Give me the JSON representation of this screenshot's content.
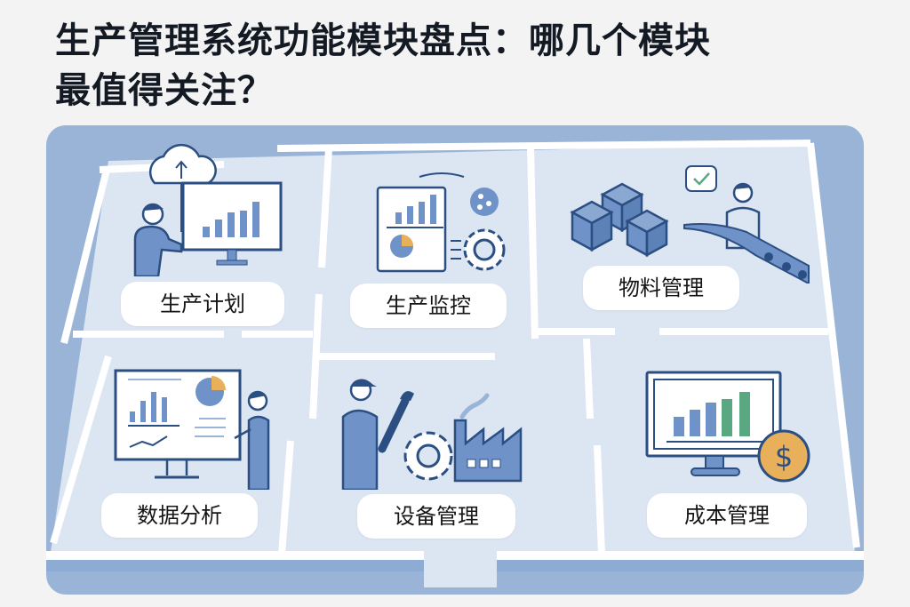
{
  "title": {
    "line1": "生产管理系统功能模块盘点：哪几个模块",
    "line2": "最值得关注？"
  },
  "colors": {
    "background": "#f3f3f3",
    "board_blue": "#9ab4d8",
    "room_fill": "#dce5f2",
    "wall": "#ffffff",
    "icon_blue": "#6f93c8",
    "icon_dark": "#2b4f82",
    "accent_orange": "#e8b05a",
    "accent_green": "#5aa882"
  },
  "modules": [
    {
      "id": "production-planning",
      "label": "生产计划",
      "icon": "person-presenting-chart-cloud-upload-icon"
    },
    {
      "id": "production-monitoring",
      "label": "生产监控",
      "icon": "dashboard-gear-icon"
    },
    {
      "id": "material-management",
      "label": "物料管理",
      "icon": "boxes-conveyor-worker-icon"
    },
    {
      "id": "data-analysis",
      "label": "数据分析",
      "icon": "presentation-board-charts-icon"
    },
    {
      "id": "equipment-management",
      "label": "设备管理",
      "icon": "worker-wrench-gear-factory-icon"
    },
    {
      "id": "cost-management",
      "label": "成本管理",
      "icon": "monitor-chart-dollar-coin-icon"
    }
  ]
}
